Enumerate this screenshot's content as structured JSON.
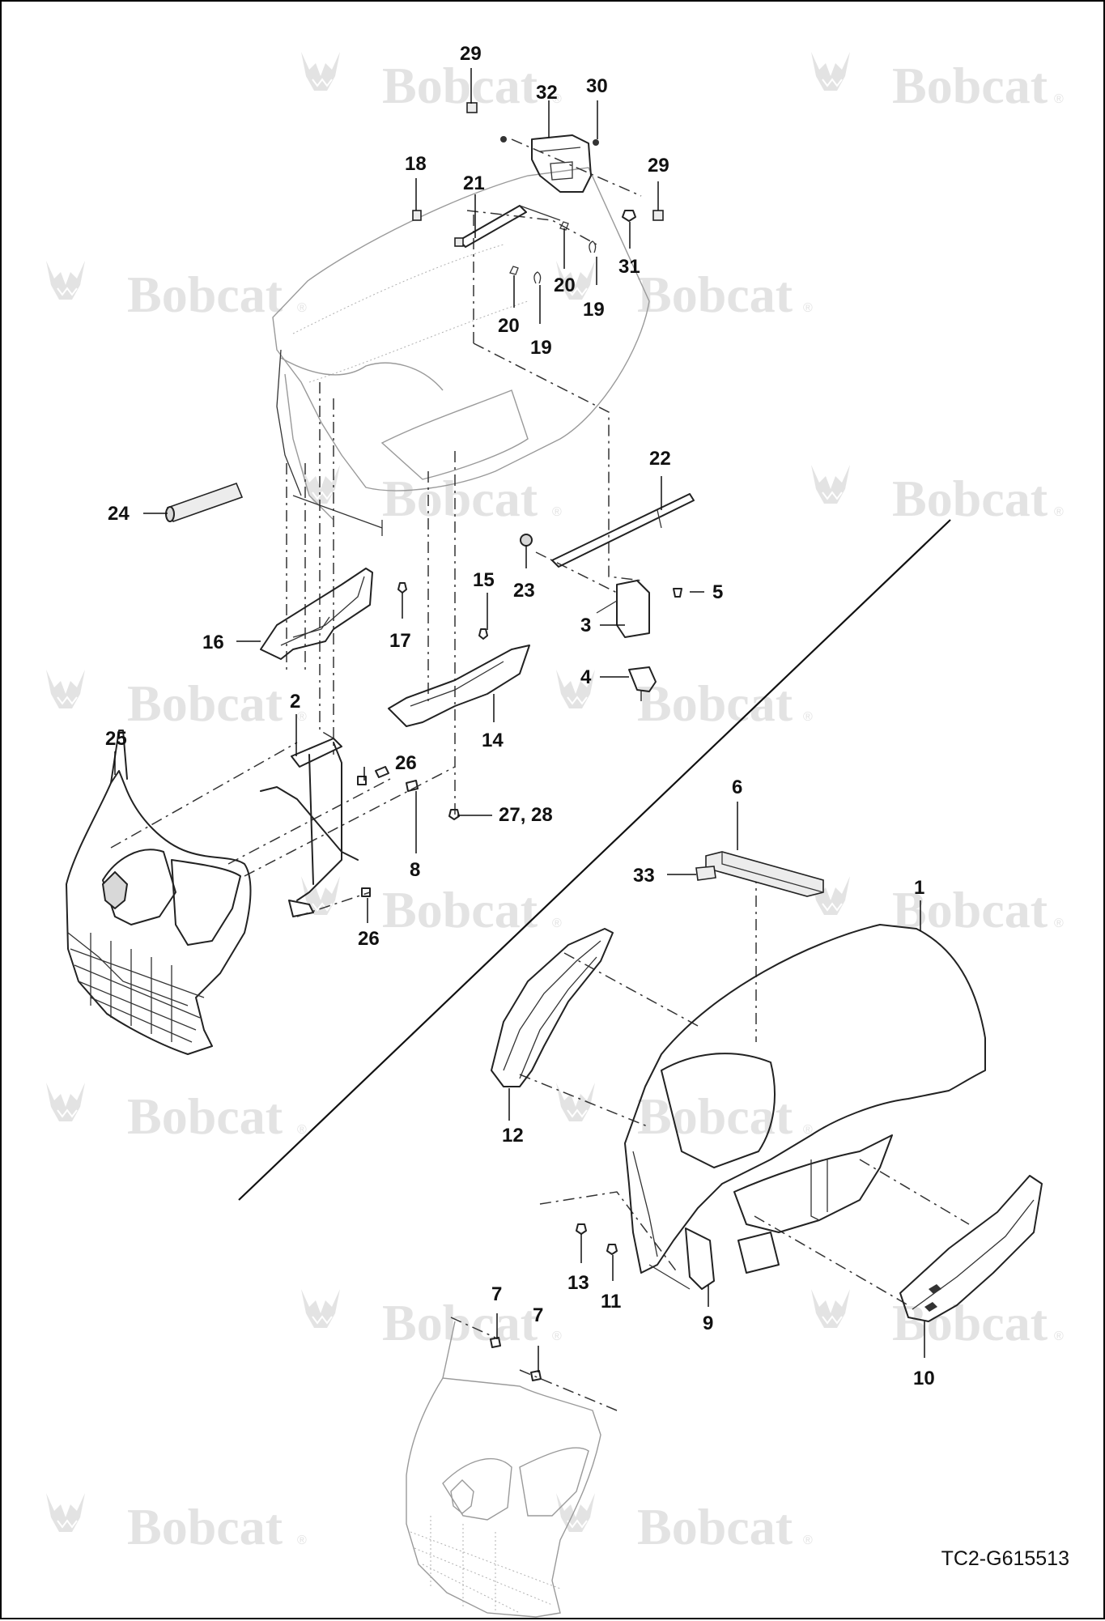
{
  "watermark": {
    "brand": "Bobcat",
    "registered_mark": "®"
  },
  "drawing_id": "TC2-G615513",
  "callouts": {
    "c1": "1",
    "c2": "2",
    "c3": "3",
    "c4": "4",
    "c5": "5",
    "c6": "6",
    "c7a": "7",
    "c7b": "7",
    "c8": "8",
    "c9": "9",
    "c10": "10",
    "c11": "11",
    "c12": "12",
    "c13": "13",
    "c14": "14",
    "c15": "15",
    "c16": "16",
    "c17": "17",
    "c18": "18",
    "c19a": "19",
    "c19b": "19",
    "c20a": "20",
    "c20b": "20",
    "c21": "21",
    "c22": "22",
    "c23": "23",
    "c24": "24",
    "c25": "25",
    "c26a": "26",
    "c26b": "26",
    "c2728": "27, 28",
    "c29a": "29",
    "c29b": "29",
    "c30": "30",
    "c31": "31",
    "c32": "32",
    "c33": "33"
  }
}
